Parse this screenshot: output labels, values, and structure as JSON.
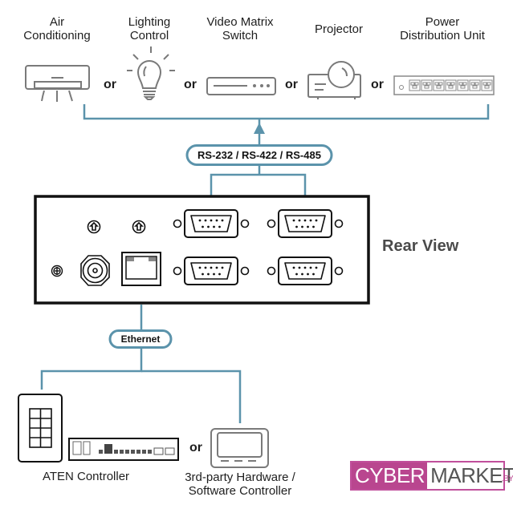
{
  "devices": [
    {
      "name": "Air Conditioning",
      "line1": "Air",
      "line2": "Conditioning"
    },
    {
      "name": "Lighting Control",
      "line1": "Lighting",
      "line2": "Control"
    },
    {
      "name": "Video Matrix Switch",
      "line1": "Video Matrix",
      "line2": "Switch"
    },
    {
      "name": "Projector",
      "line1": "Projector",
      "line2": ""
    },
    {
      "name": "Power Distribution Unit",
      "line1": "Power",
      "line2": "Distribution Unit"
    }
  ],
  "or_label": "or",
  "serial_label": "RS-232 / RS-422 / RS-485",
  "rear_view_label": "Rear View",
  "ethernet_label": "Ethernet",
  "controllers": {
    "aten": "ATEN Controller",
    "third_party_line1": "3rd-party Hardware /",
    "third_party_line2": "Software Controller"
  },
  "logo": {
    "part1": "CYBER",
    "part2": "MARKET",
    "suffix": ".BY"
  },
  "colors": {
    "line": "#5b93ab",
    "device_stroke": "#7a7a7a",
    "panel_stroke": "#111111",
    "logo_brand": "#b9468f"
  }
}
